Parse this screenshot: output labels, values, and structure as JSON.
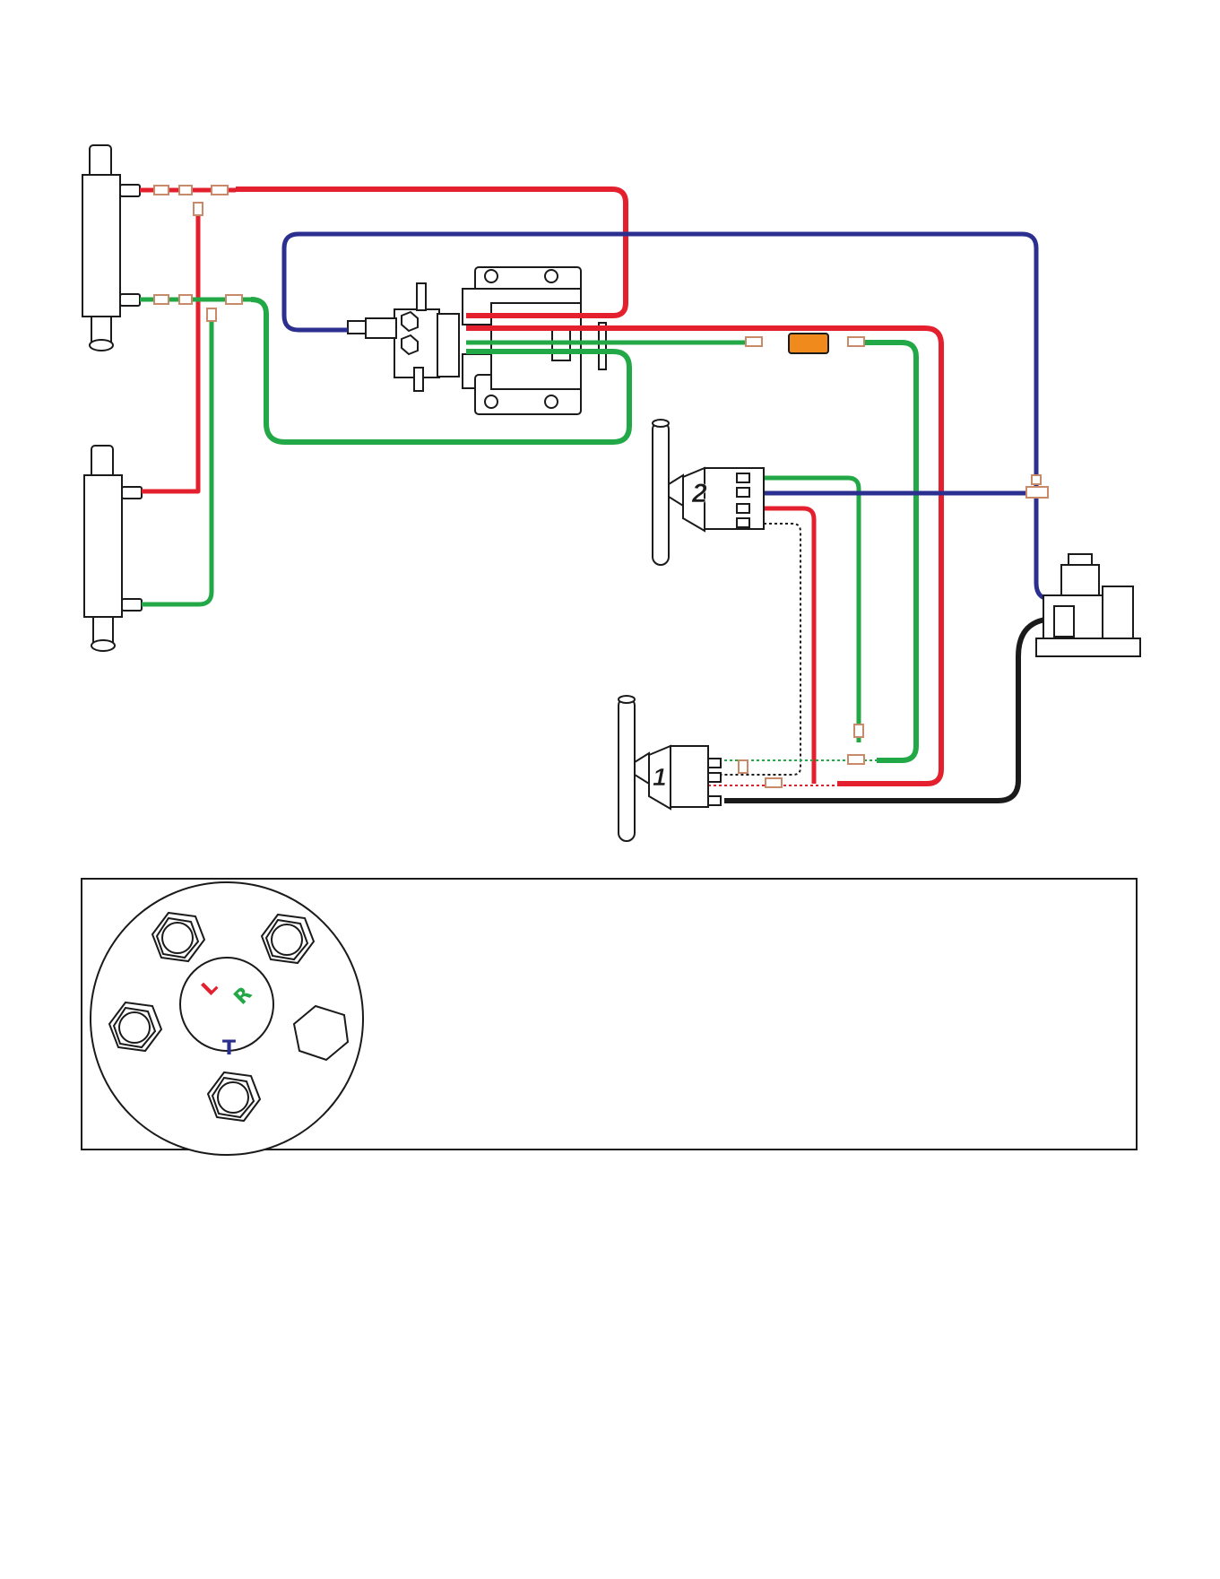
{
  "diagram": {
    "helm_labels": {
      "upper": "2",
      "lower": "1"
    },
    "port_marks": {
      "left": "L",
      "right": "R",
      "tank": "T"
    },
    "colors": {
      "left_line": "#e5202e",
      "right_line": "#22a846",
      "return_line": "#2b2f8f",
      "pump_line": "#1a1a1a",
      "valve_accent": "#f08a1c",
      "fitting": "#c98a6a"
    }
  }
}
